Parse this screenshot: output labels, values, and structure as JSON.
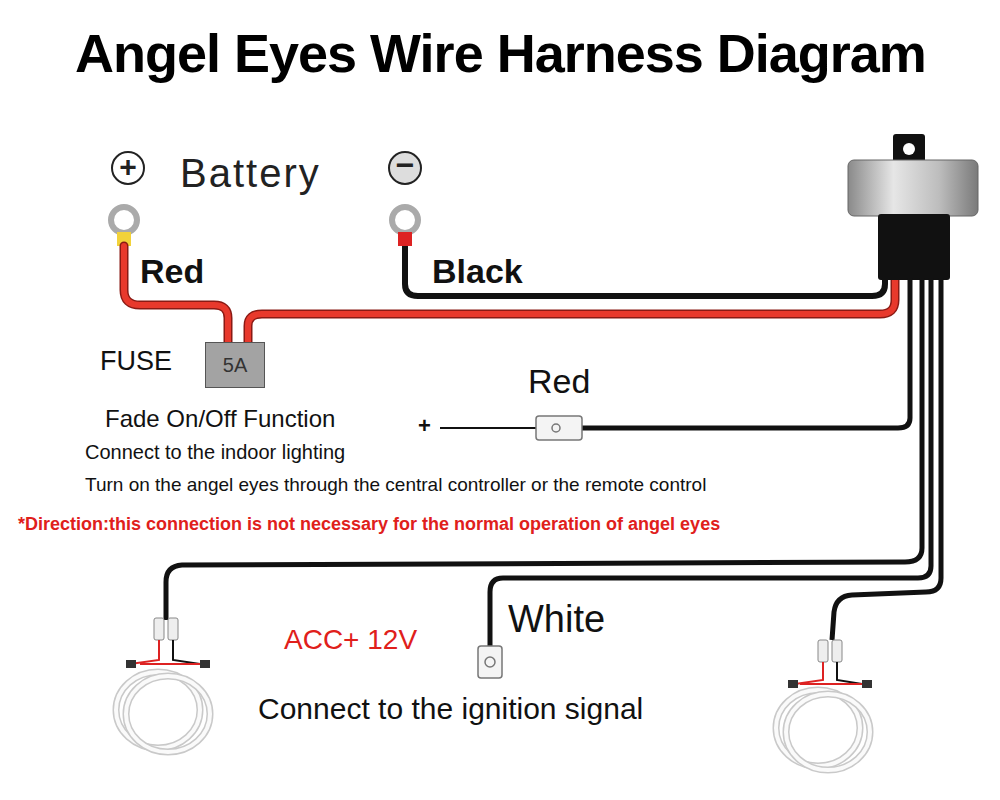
{
  "diagram": {
    "title": "Angel Eyes Wire Harness Diagram",
    "nodes": [
      {
        "text": [
          "5A"
        ]
      }
    ],
    "labels": [
      "+",
      "Battery",
      "−",
      "Red",
      "Black",
      "FUSE",
      "Red",
      "+",
      "Fade On/Off Function",
      "Connect to the indoor lighting",
      "Turn on the angel eyes through the central controller or the remote control",
      "*Direction:this connection is not necessary for the normal operation of angel eyes",
      "White",
      "ACC+ 12V",
      "Connect to the ignition signal"
    ]
  }
}
